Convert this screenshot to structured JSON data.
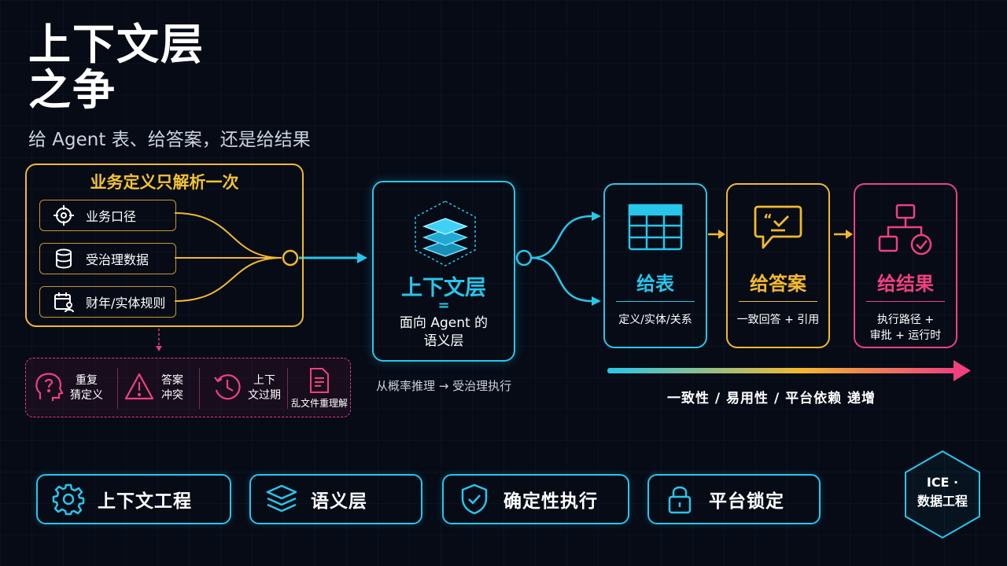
{
  "header": {
    "title_line1": "上下文层",
    "title_line2": "之争",
    "subtitle": "给 Agent 表、给答案，还是给结果"
  },
  "business": {
    "title": "业务定义只解析一次",
    "items": [
      {
        "label": "业务口径",
        "icon": "target-icon"
      },
      {
        "label": "受治理数据",
        "icon": "database-icon"
      },
      {
        "label": "财年/实体规则",
        "icon": "calendar-user-icon"
      }
    ]
  },
  "problems": [
    {
      "label_line1": "重复",
      "label_line2": "猜定义",
      "icon": "question-head-icon"
    },
    {
      "label_line1": "答案",
      "label_line2": "冲突",
      "icon": "warning-icon"
    },
    {
      "label_line1": "上下",
      "label_line2": "文过期",
      "icon": "clock-history-icon"
    },
    {
      "label_line1": "乱文件重理解",
      "label_line2": "",
      "icon": "document-icon"
    }
  ],
  "semantic": {
    "title": "上下文层",
    "eq": "=",
    "desc_line1": "面向 Agent 的",
    "desc_line2": "语义层",
    "caption": "从概率推理 → 受治理执行"
  },
  "cards": [
    {
      "title": "给表",
      "desc_line1": "定义/实体/关系",
      "desc_line2": "",
      "color": "#27c6ea",
      "icon": "table-icon"
    },
    {
      "title": "给答案",
      "desc_line1": "一致回答 + 引用",
      "desc_line2": "",
      "color": "#f2b92f",
      "icon": "chat-check-icon"
    },
    {
      "title": "给结果",
      "desc_line1": "执行路径 +",
      "desc_line2": "审批 + 运行时",
      "color": "#f0407f",
      "icon": "flow-check-icon"
    }
  ],
  "trend_label": "一致性 / 易用性 / 平台依赖 递增",
  "pills": [
    {
      "label": "上下文工程",
      "icon": "gear-icon"
    },
    {
      "label": "语义层",
      "icon": "layers-icon"
    },
    {
      "label": "确定性执行",
      "icon": "shield-check-icon"
    },
    {
      "label": "平台锁定",
      "icon": "lock-icon"
    }
  ],
  "badge": {
    "line1": "ICE ·",
    "line2": "数据工程"
  },
  "colors": {
    "cyan": "#27c6ea",
    "amber": "#f2b92f",
    "pink": "#f0407f",
    "background": "#060b16"
  }
}
